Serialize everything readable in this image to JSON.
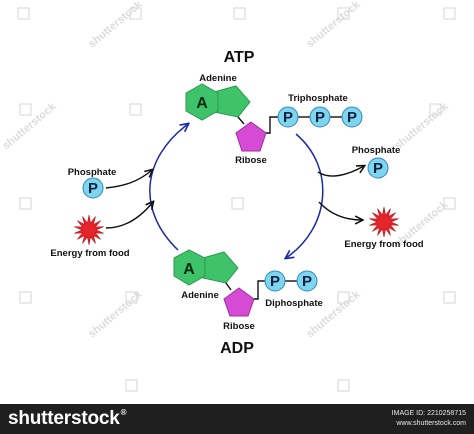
{
  "diagram": {
    "atp_title": "ATP",
    "adp_title": "ADP",
    "atp_adenine_label": "Adenine",
    "atp_adenine_letter": "A",
    "atp_ribose_label": "Ribose",
    "atp_phosphate_group_label": "Triphosphate",
    "adp_adenine_label": "Adenine",
    "adp_adenine_letter": "A",
    "adp_ribose_label": "Ribose",
    "adp_phosphate_group_label": "Diphosphate",
    "phosphate_letter": "P",
    "input_phosphate_label": "Phosphate",
    "input_energy_label": "Energy from food",
    "output_phosphate_label": "Phosphate",
    "output_energy_label": "Energy from food",
    "colors": {
      "adenine": "#3ec36b",
      "ribose": "#d54bd4",
      "phosphate": "#7fd4ef",
      "phosphate_stroke": "#2f8ab8",
      "cycle_arrow": "#1b2aa8",
      "energy_burst": "#e4252b",
      "watermark": "#dcdcdc"
    }
  },
  "watermark": {
    "text": "shutterstock"
  },
  "footer": {
    "brand": "shutterstock",
    "brand_mark": "®",
    "image_id_line": "IMAGE ID: 2210258715",
    "site_line": "www.shutterstock.com"
  }
}
